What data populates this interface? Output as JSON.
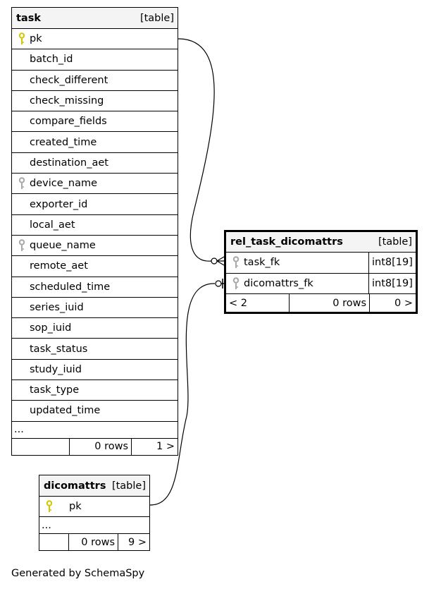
{
  "task": {
    "name": "task",
    "kind": "[table]",
    "columns": [
      {
        "name": "pk",
        "key": "primary"
      },
      {
        "name": "batch_id"
      },
      {
        "name": "check_different"
      },
      {
        "name": "check_missing"
      },
      {
        "name": "compare_fields"
      },
      {
        "name": "created_time"
      },
      {
        "name": "destination_aet"
      },
      {
        "name": "device_name",
        "key": "index"
      },
      {
        "name": "exporter_id"
      },
      {
        "name": "local_aet"
      },
      {
        "name": "queue_name",
        "key": "index"
      },
      {
        "name": "remote_aet"
      },
      {
        "name": "scheduled_time"
      },
      {
        "name": "series_iuid"
      },
      {
        "name": "sop_iuid"
      },
      {
        "name": "task_status"
      },
      {
        "name": "study_iuid"
      },
      {
        "name": "task_type"
      },
      {
        "name": "updated_time"
      }
    ],
    "more": "...",
    "footer": {
      "parents": "",
      "rows": "0 rows",
      "children": "1 >"
    }
  },
  "rel": {
    "name": "rel_task_dicomattrs",
    "kind": "[table]",
    "columns": [
      {
        "name": "task_fk",
        "type": "int8[19]",
        "key": "index"
      },
      {
        "name": "dicomattrs_fk",
        "type": "int8[19]",
        "key": "index"
      }
    ],
    "footer": {
      "parents": "< 2",
      "rows": "0 rows",
      "children": "0 >"
    }
  },
  "dicomattrs": {
    "name": "dicomattrs",
    "kind": "[table]",
    "columns": [
      {
        "name": "pk",
        "key": "primary"
      }
    ],
    "more": "...",
    "footer": {
      "parents": "",
      "rows": "0 rows",
      "children": "9 >"
    }
  },
  "generated_by": "Generated by SchemaSpy",
  "colors": {
    "primary_key": "#d4c600",
    "index_key": "#a8a8a8",
    "header_bg": "#f4f4f4"
  }
}
